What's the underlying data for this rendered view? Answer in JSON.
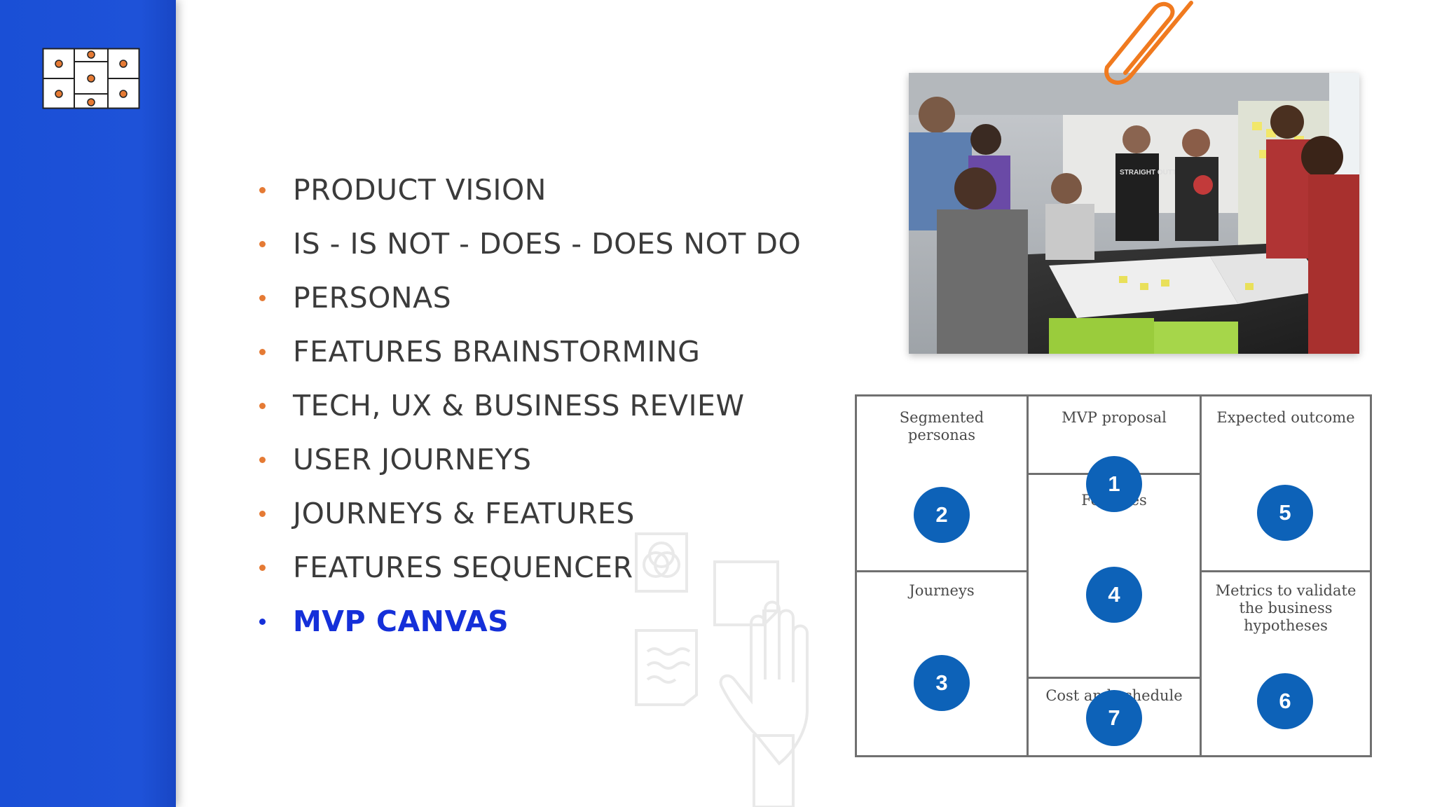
{
  "menu": {
    "items": [
      {
        "label": "PRODUCT VISION",
        "active": false
      },
      {
        "label": "IS - IS NOT - DOES - DOES NOT DO",
        "active": false
      },
      {
        "label": "PERSONAS",
        "active": false
      },
      {
        "label": "FEATURES BRAINSTORMING",
        "active": false
      },
      {
        "label": "TECH, UX & BUSINESS REVIEW",
        "active": false
      },
      {
        "label": "USER JOURNEYS",
        "active": false
      },
      {
        "label": "JOURNEYS & FEATURES",
        "active": false
      },
      {
        "label": "FEATURES SEQUENCER",
        "active": false
      },
      {
        "label": "MVP CANVAS",
        "active": true
      }
    ]
  },
  "colors": {
    "sidebar": "#1e52d8",
    "bullet": "#e57a34",
    "active": "#1530d9",
    "badge": "#0d62b8",
    "canvas_border": "#707070"
  },
  "photo": {
    "icon": "team-workshop-photo",
    "shirt_text": "STRAIGHT OUTTA LAMO"
  },
  "canvas": {
    "segmented_personas": {
      "label": "Segmented personas",
      "number": "2"
    },
    "mvp_proposal": {
      "label": "MVP proposal",
      "number": "1"
    },
    "expected_outcome": {
      "label": "Expected outcome",
      "number": "5"
    },
    "features": {
      "label": "Features",
      "number": "4"
    },
    "journeys": {
      "label": "Journeys",
      "number": "3"
    },
    "metrics": {
      "label": "Metrics to validate the business hypotheses",
      "number": "6"
    },
    "cost_schedule": {
      "label": "Cost and schedule",
      "number": "7"
    }
  }
}
